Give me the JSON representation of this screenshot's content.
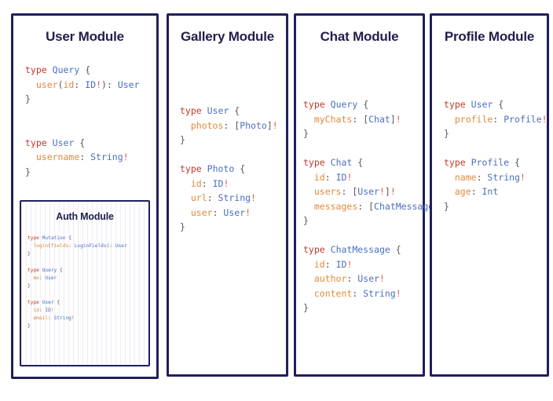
{
  "diagram": {
    "background": "#ffffff",
    "border_color": "#20205c",
    "title_color": "#1f1f4d",
    "syntax_colors": {
      "keyword": "#c0392b",
      "type": "#4a6fbf",
      "field": "#e08a3c",
      "bang": "#e05a3c",
      "punctuation": "#55555f"
    }
  },
  "panels": {
    "user": {
      "title": "User Module",
      "code": "type Query {\n  user(id: ID!): User\n}\n\n\ntype User {\n  username: String!\n}",
      "nested": {
        "auth": {
          "title": "Auth Module",
          "code": "type Mutation {\n  login(fields: LoginFields): User\n}\n\ntype Query {\n  me: User\n}\n\ntype User {\n  id: ID!\n  email: String!\n}"
        }
      }
    },
    "gallery": {
      "title": "Gallery Module",
      "code": "type User {\n  photos: [Photo]!\n}\n\ntype Photo {\n  id: ID!\n  url: String!\n  user: User!\n}"
    },
    "chat": {
      "title": "Chat Module",
      "code": "type Query {\n  myChats: [Chat]!\n}\n\ntype Chat {\n  id: ID!\n  users: [User!]!\n  messages: [ChatMessage]!\n}\n\ntype ChatMessage {\n  id: ID!\n  author: User!\n  content: String!\n}"
    },
    "profile": {
      "title": "Profile Module",
      "code": "type User {\n  profile: Profile!\n}\n\ntype Profile {\n  name: String!\n  age: Int\n}"
    }
  }
}
